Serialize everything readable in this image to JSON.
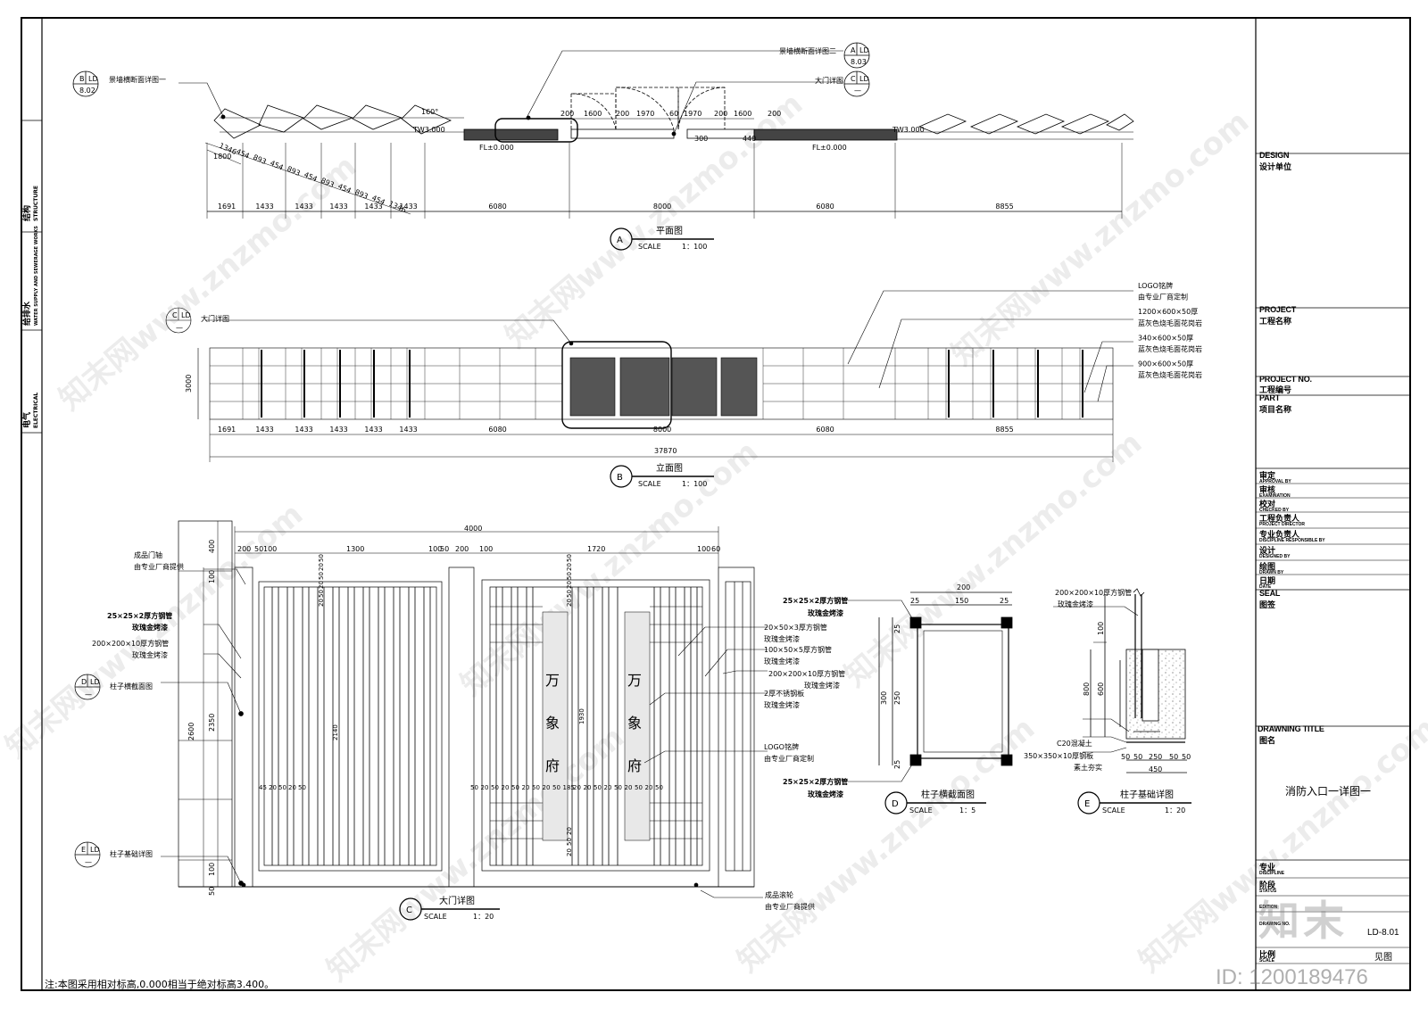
{
  "sidebar": {
    "structure": "结构",
    "structure_en": "STRUCTURE",
    "water": "给排水",
    "water_en": "WATER SUPPLY AND SEWERAGE WORKS",
    "electrical": "电气",
    "electrical_en": "ELECTRICAL"
  },
  "title_block": {
    "design_en": "DESIGN",
    "design_zh": "设计单位",
    "project_en": "PROJECT",
    "project_zh": "工程名称",
    "project_no_en": "PROJECT NO.",
    "project_no_zh": "工程编号",
    "part_en": "PART",
    "part_zh": "项目名称",
    "approval_zh": "审定",
    "approval_en": "APPROVAL BY",
    "exam_zh": "审核",
    "exam_en": "EXAMINATION",
    "checked_zh": "校对",
    "checked_en": "CHECKED BY",
    "director_zh": "工程负责人",
    "director_en": "PROJECT DIRECTOR",
    "discipline_resp_zh": "专业负责人",
    "discipline_resp_en": "DISCIPLINE RESPONSIBLE BY",
    "designed_zh": "设计",
    "designed_en": "DESIGNED BY",
    "drawn_zh": "绘图",
    "drawn_en": "DRAWN BY",
    "date_zh": "日期",
    "date_en": "DATE",
    "seal_en": "SEAL",
    "seal_zh": "图签",
    "drawing_title_en": "DRAWNING TITLE",
    "drawing_title_zh": "图名",
    "drawing_title": "消防入口一详图一",
    "discipline_zh": "专业",
    "discipline_en": "DISCIPLINE",
    "status_zh": "阶段",
    "status_en": "STATUS",
    "edition_en": "EDITION",
    "drawing_no_en": "DRAWING NO.",
    "drawing_no": "LD-8.01",
    "scale_zh": "比例",
    "scale_en": "SCALE",
    "scale_value": "见图"
  },
  "note": "注:本图采用相对标高,0.000相当于绝对标高3.400。",
  "id_text": "ID: 1200189476",
  "logo_text": "知末",
  "watermark": "知末网www.znzmo.com",
  "plan": {
    "title": "平面图",
    "letter": "A",
    "scale_label": "SCALE",
    "scale_value": "1：100",
    "callout_b_label": "景墙横断面详图一",
    "callout_b_top": "B",
    "callout_b_ld": "LD",
    "callout_b_no": "8.02",
    "callout_a_label": "景墙横断面详图二",
    "callout_a_top": "A",
    "callout_a_ld": "LD",
    "callout_a_no": "8.03",
    "callout_c_label": "大门详图",
    "callout_c_top": "C",
    "callout_c_ld": "LD",
    "callout_c_no": "—",
    "angle": "160°",
    "fl1": "FL±0.000",
    "fl2": "FL±0.000",
    "tw": "TW3.000",
    "diag_dims": [
      "1346",
      "454",
      "893",
      "454",
      "893",
      "454",
      "893",
      "454",
      "893",
      "454",
      "1346"
    ],
    "diag_total": "1800",
    "top_dims": [
      "200",
      "1600",
      "200",
      "1970",
      "60",
      "1970",
      "200",
      "1600",
      "200"
    ],
    "post_dims": [
      "300",
      "440"
    ],
    "bottom_dims": [
      "1691",
      "1433",
      "1433",
      "1433",
      "1433",
      "1433",
      "6080",
      "8000",
      "6080",
      "8855"
    ]
  },
  "elevation": {
    "title": "立面图",
    "letter": "B",
    "scale_label": "SCALE",
    "scale_value": "1：100",
    "callout_label": "大门详图",
    "callout_top": "C",
    "callout_ld": "LD",
    "callout_no": "—",
    "height": "3000",
    "bottom_dims": [
      "1691",
      "1433",
      "1433",
      "1433",
      "1433",
      "1433",
      "6080",
      "8000",
      "6080",
      "8855"
    ],
    "total": "37870",
    "notes": [
      "LOGO铭牌",
      "由专业厂商定制",
      "1200×600×50厚",
      "蓝灰色烧毛面花岗岩",
      "340×600×50厚",
      "蓝灰色烧毛面花岗岩",
      "900×600×50厚",
      "蓝灰色烧毛面花岗岩"
    ]
  },
  "gate": {
    "title": "大门详图",
    "letter": "C",
    "scale_label": "SCALE",
    "scale_value": "1：20",
    "overall": "4000",
    "top_dims": [
      "200",
      "50",
      "100",
      "1300",
      "100",
      "50",
      "200",
      "100",
      "1720",
      "100",
      "60"
    ],
    "left_notes": [
      "成品门轴",
      "由专业厂商提供",
      "25×25×2厚方钢管",
      "玫瑰金烤漆",
      "200×200×10厚方钢管",
      "玫瑰金烤漆"
    ],
    "callout_d_label": "柱子横截面图",
    "callout_d_top": "D",
    "callout_d_ld": "LD",
    "callout_d_no": "—",
    "callout_e_label": "柱子基础详图",
    "callout_e_top": "E",
    "callout_e_ld": "LD",
    "callout_e_no": "—",
    "left_dims": [
      "400",
      "100",
      "2600",
      "2350",
      "100",
      "50"
    ],
    "inner_dims": [
      "2140",
      "1930"
    ],
    "right_notes": [
      "20×50×3厚方钢管",
      "玫瑰金烤漆",
      "100×50×5厚方钢管",
      "玫瑰金烤漆",
      "200×200×10厚方钢管",
      "玫瑰金烤漆",
      "2厚不锈钢板",
      "玫瑰金烤漆",
      "LOGO铭牌",
      "由专业厂商定制"
    ],
    "bottom_note1": "成品滚轮",
    "bottom_note2": "由专业厂商提供",
    "chars": [
      "万",
      "象",
      "府"
    ],
    "small_dims_left": [
      "45",
      "20",
      "50",
      "20",
      "50"
    ],
    "small_dims_mid": [
      "50",
      "20",
      "50",
      "20",
      "50",
      "20",
      "50",
      "20",
      "50",
      "185",
      "20",
      "20",
      "50",
      "20",
      "50",
      "20",
      "50",
      "20",
      "50"
    ],
    "vert_small": [
      "20",
      "50",
      "20",
      "50",
      "20",
      "50"
    ]
  },
  "column_section": {
    "title": "柱子横截面图",
    "letter": "D",
    "scale_label": "SCALE",
    "scale_value": "1：5",
    "dims_top": [
      "200",
      "25",
      "150",
      "25"
    ],
    "dims_left": [
      "25",
      "300",
      "250",
      "25"
    ],
    "note_top1": "25×25×2厚方钢管",
    "note_top2": "玫瑰金烤漆",
    "note_bot1": "25×25×2厚方钢管",
    "note_bot2": "玫瑰金烤漆"
  },
  "column_foundation": {
    "title": "柱子基础详图",
    "letter": "E",
    "scale_label": "SCALE",
    "scale_value": "1：20",
    "note_top1": "200×200×10厚方钢管",
    "note_top2": "玫瑰金烤漆",
    "note1": "C20混凝土",
    "note2": "350×350×10厚钢板",
    "note3": "素土夯实",
    "dims_left": [
      "100",
      "800",
      "600"
    ],
    "dims_bottom": [
      "50",
      "50",
      "250",
      "50",
      "50"
    ],
    "dims_total": "450"
  }
}
